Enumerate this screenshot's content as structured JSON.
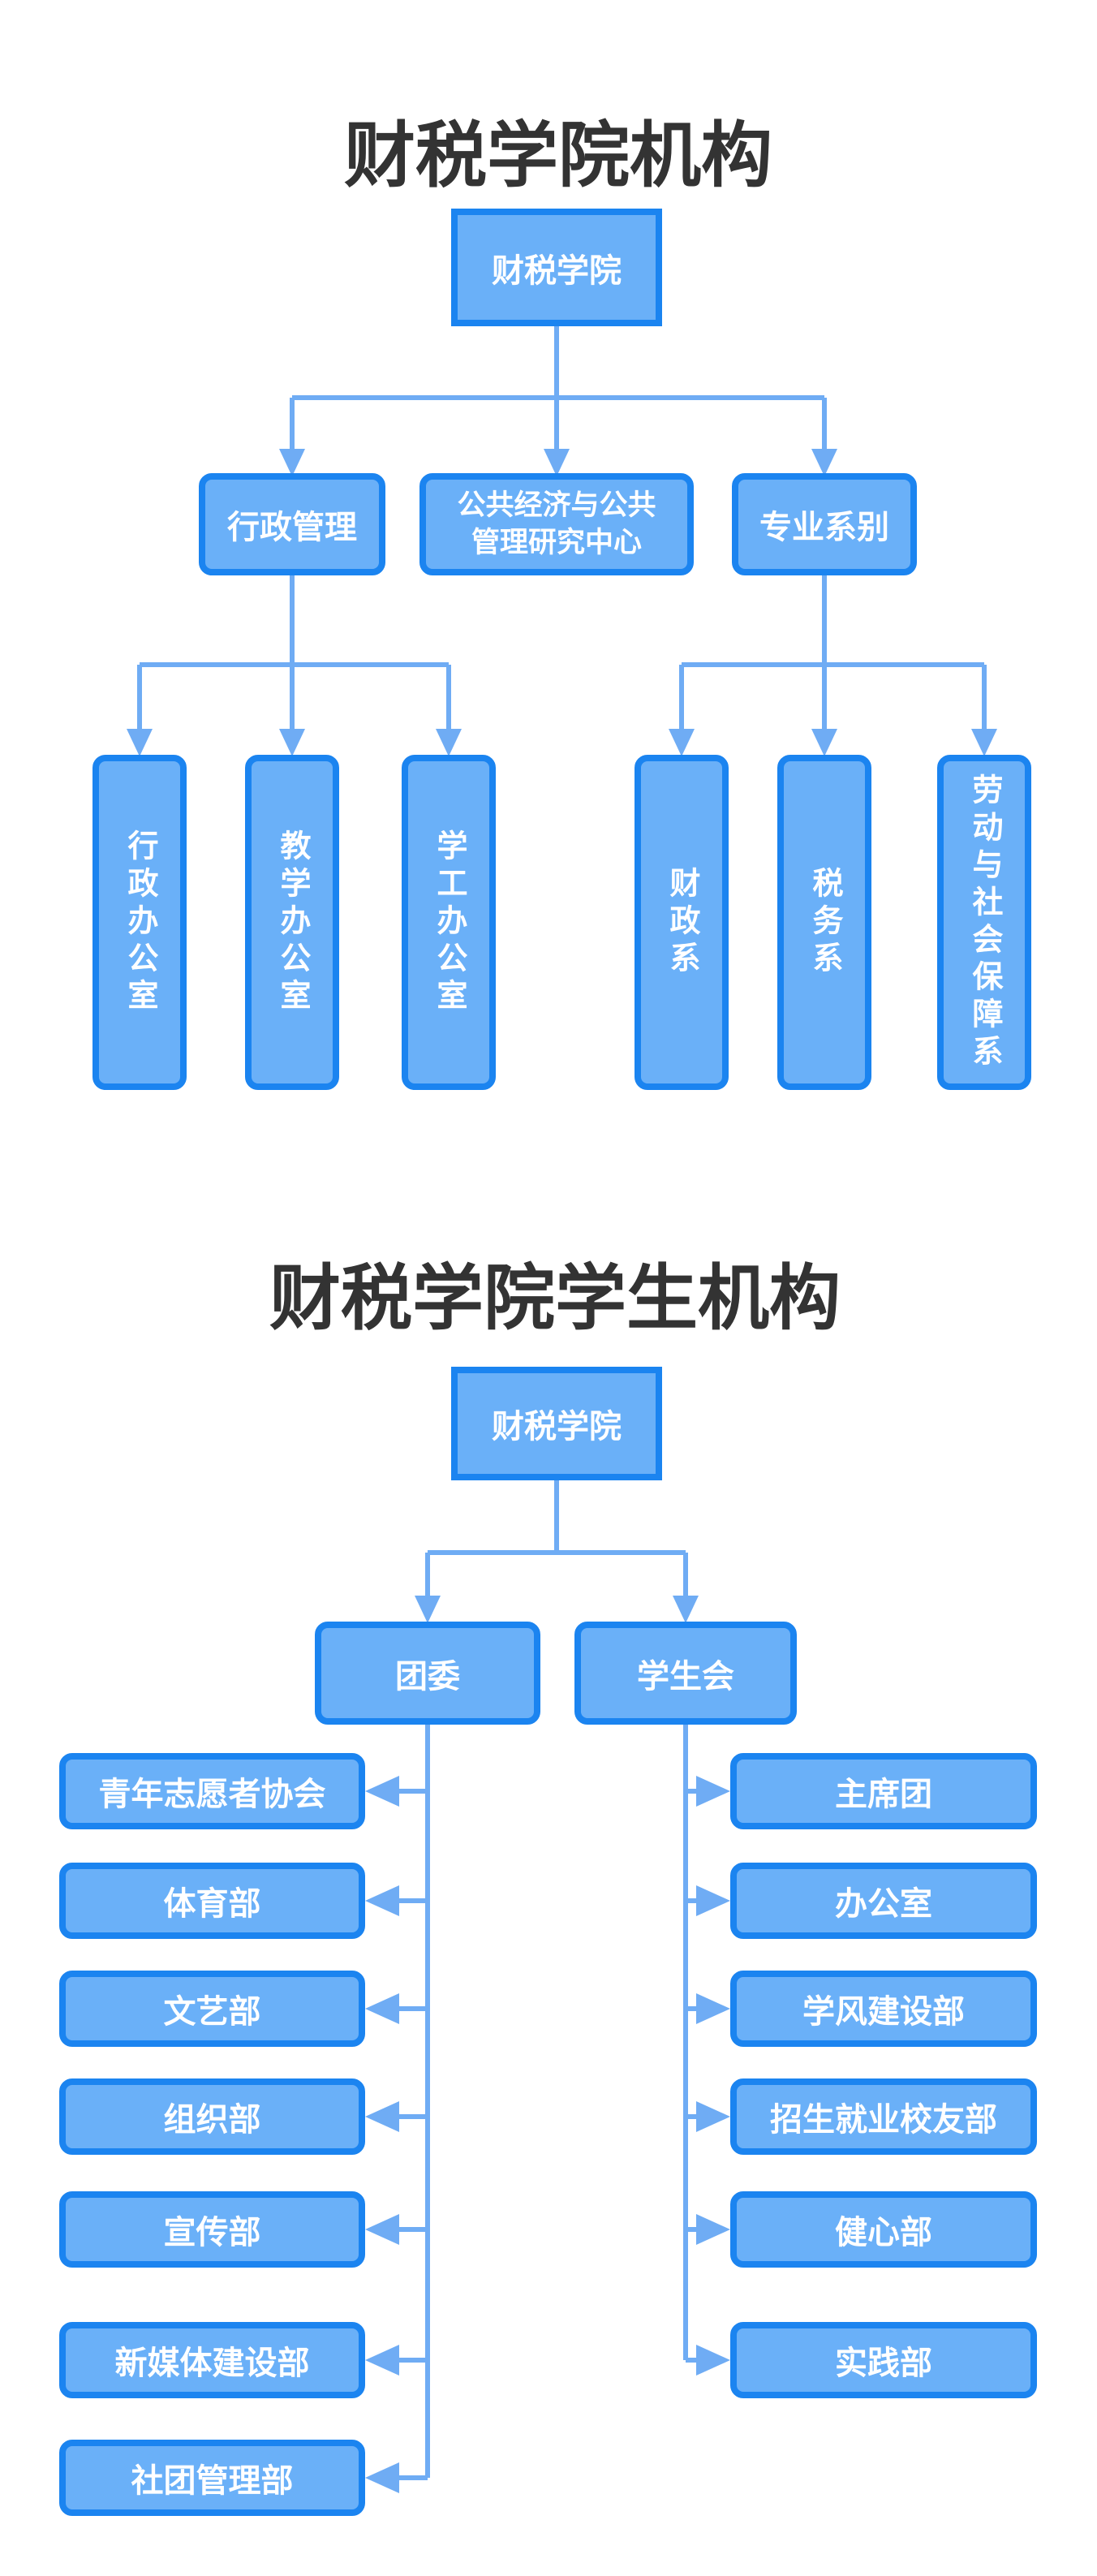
{
  "colors": {
    "node_fill": "#6AB0F8",
    "node_border": "#1B84F0",
    "connector": "#6FACF4",
    "title_text": "#333333",
    "node_text": "#FFFFFF",
    "background": "#FFFFFF"
  },
  "charts": [
    {
      "title": "财税学院机构",
      "root": {
        "label": "财税学院"
      },
      "level2": [
        {
          "label": "行政管理"
        },
        {
          "label": "公共经济与公共管理研究中心",
          "lines": [
            "公共经济与公共",
            "管理研究中心"
          ]
        },
        {
          "label": "专业系别"
        }
      ],
      "admin_offices": [
        "行政办公室",
        "教学办公室",
        "学工办公室"
      ],
      "major_departments": [
        "财政系",
        "税务系",
        "劳动与社会保障系"
      ]
    },
    {
      "title": "财税学院学生机构",
      "root": {
        "label": "财税学院"
      },
      "branches": [
        {
          "label": "团委"
        },
        {
          "label": "学生会"
        }
      ],
      "league_departments": [
        "青年志愿者协会",
        "体育部",
        "文艺部",
        "组织部",
        "宣传部",
        "新媒体建设部",
        "社团管理部"
      ],
      "union_departments": [
        "主席团",
        "办公室",
        "学风建设部",
        "招生就业校友部",
        "健心部",
        "实践部"
      ]
    }
  ]
}
